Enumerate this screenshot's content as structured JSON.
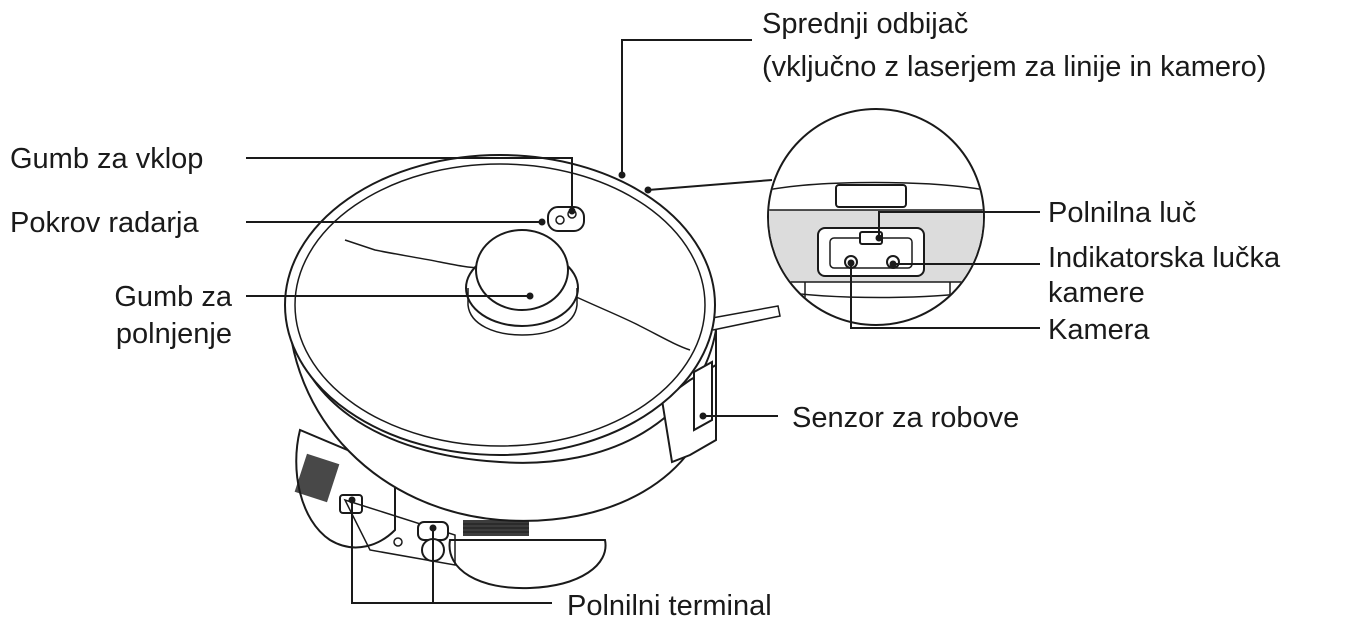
{
  "labels": {
    "front_bumper_line1": "Sprednji odbijač",
    "front_bumper_line2": "(vključno z laserjem za linije in kamero)",
    "power_button": "Gumb za vklop",
    "radar_cover": "Pokrov radarja",
    "charge_button_line1": "Gumb za",
    "charge_button_line2": "polnjenje",
    "charging_light": "Polnilna luč",
    "camera_indicator_line1": "Indikatorska lučka",
    "camera_indicator_line2": "kamere",
    "camera": "Kamera",
    "robot_sensor": "Senzor za robove",
    "charging_terminal": "Polnilni terminal"
  },
  "colors": {
    "ink": "#1a1a1a",
    "background": "#ffffff",
    "inset_fill": "#dcdcdc"
  }
}
